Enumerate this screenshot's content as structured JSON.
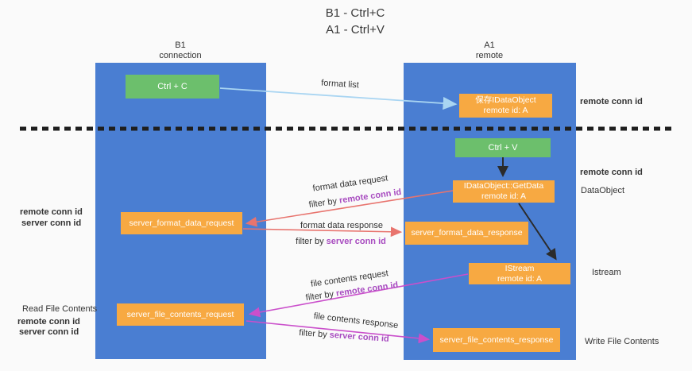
{
  "title": {
    "line1": "B1 - Ctrl+C",
    "line2": "A1 - Ctrl+V"
  },
  "lanes": {
    "left": {
      "name": "B1",
      "role": "connection"
    },
    "right": {
      "name": "A1",
      "role": "remote"
    }
  },
  "nodes": {
    "ctrl_c": {
      "label": "Ctrl + C"
    },
    "ctrl_v": {
      "label": "Ctrl + V"
    },
    "save_dataobject": {
      "line1": "保存IDataObject",
      "line2": "remote id: A"
    },
    "getdata": {
      "line1": "IDataObject::GetData",
      "line2": "remote id: A"
    },
    "istream": {
      "line1": "IStream",
      "line2": "remote id: A"
    },
    "format_request": {
      "label": "server_format_data_request"
    },
    "format_response": {
      "label": "server_format_data_response"
    },
    "file_request": {
      "label": "server_file_contents_request"
    },
    "file_response": {
      "label": "server_file_contents_response"
    }
  },
  "edge_labels": {
    "format_list": "format list",
    "format_data_request": "format data request",
    "format_data_request_filter_prefix": "filter by ",
    "format_data_request_filter_key": "remote conn id",
    "format_data_response": "format data response",
    "format_data_response_filter_prefix": "filter by ",
    "format_data_response_filter_key": "server conn id",
    "file_contents_request": "file contents request",
    "file_contents_request_filter_prefix": "filter by ",
    "file_contents_request_filter_key": "remote conn id",
    "file_contents_response": "file contents response",
    "file_contents_response_filter_prefix": "filter by ",
    "file_contents_response_filter_key": "server conn id"
  },
  "annotations": {
    "right_top_remote_conn_id": "remote conn id",
    "right_mid_remote_conn_id": "remote conn id",
    "dataobject": "DataObject",
    "istream": "Istream",
    "write_file_contents": "Write File Contents",
    "left_mid_remote_conn_id": "remote conn id",
    "left_mid_server_conn_id": "server conn id",
    "read_file_contents": "Read File Contents",
    "left_bottom_remote_conn_id": "remote conn id",
    "left_bottom_server_conn_id": "server conn id"
  },
  "colors": {
    "background": "#fafafa",
    "lane_blue": "#4a7ed2",
    "box_green": "#6cbf6c",
    "box_orange": "#f7a942",
    "arrow_light_blue": "#a9d5f2",
    "arrow_red": "#e8746e",
    "arrow_magenta": "#ca4fcb",
    "arrow_black": "#2b2b2b",
    "separator_black": "#1f1f1f",
    "text_purple": "#a84cc0",
    "text_green": "#5ca85c",
    "text_dark": "#333333"
  }
}
